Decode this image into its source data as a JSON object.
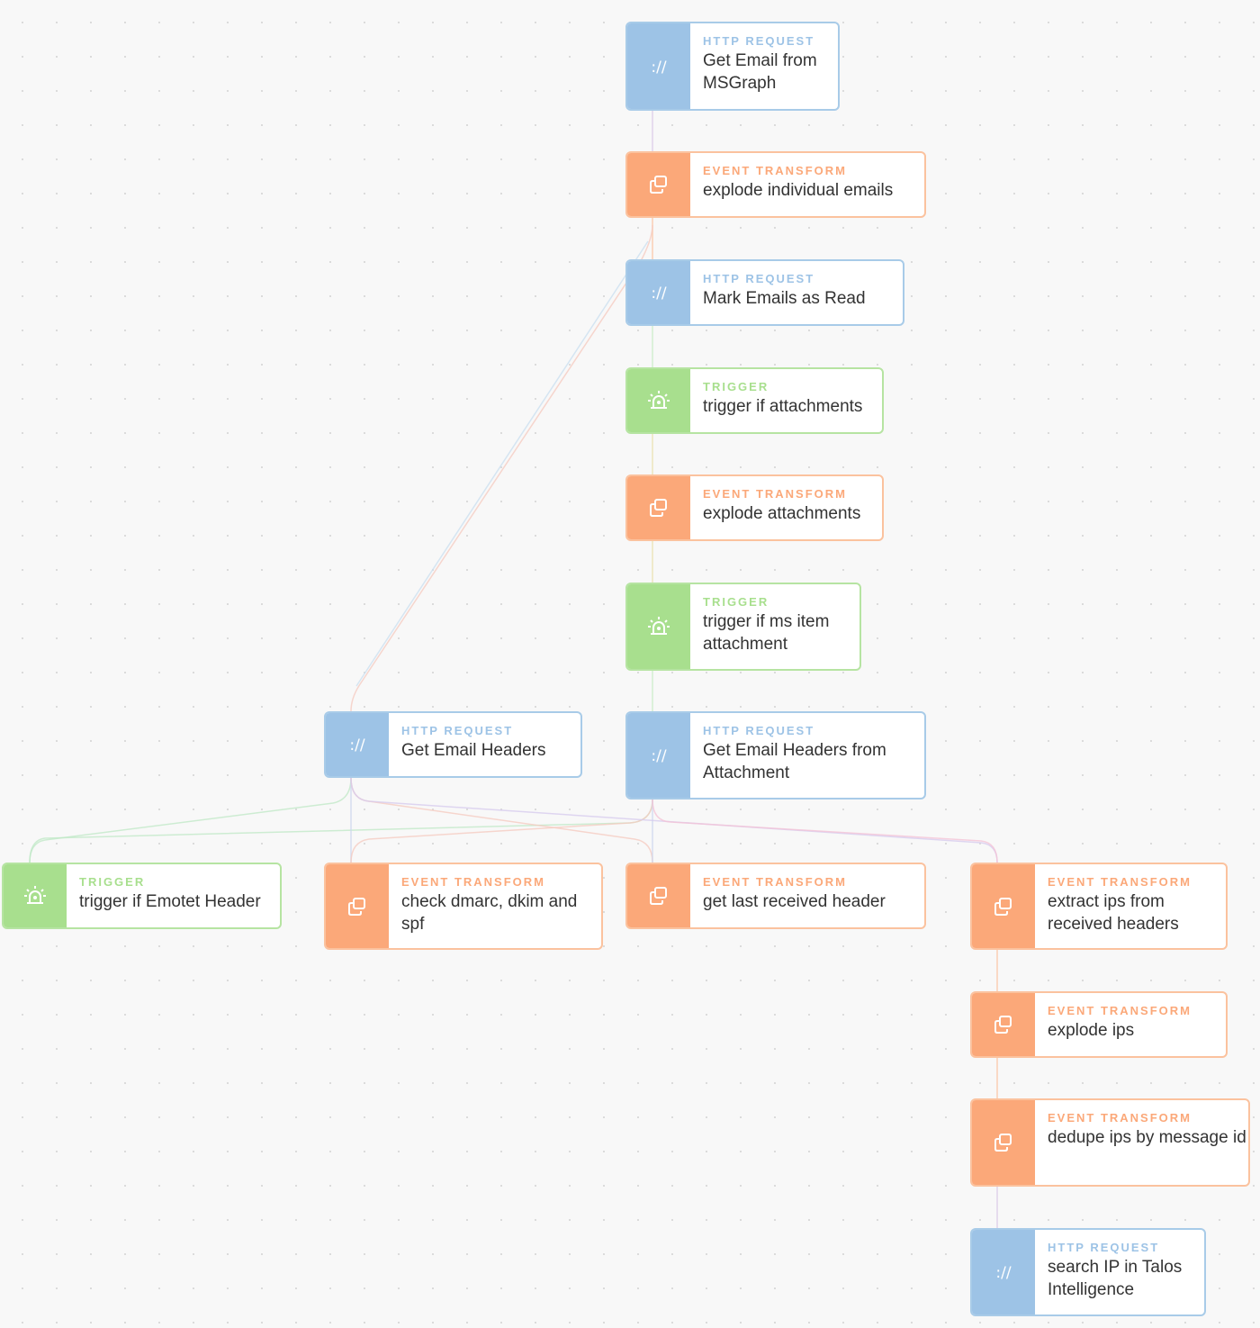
{
  "colors": {
    "http_request": "#9dc3e6",
    "event_transform": "#fba879",
    "trigger": "#a8df8e"
  },
  "nodes": {
    "n1": {
      "kind": "HTTP REQUEST",
      "title": "Get Email from MSGraph",
      "icon": "http-request-icon"
    },
    "n2": {
      "kind": "EVENT TRANSFORM",
      "title": "explode individual emails",
      "icon": "event-transform-icon"
    },
    "n3": {
      "kind": "HTTP REQUEST",
      "title": "Mark Emails as Read",
      "icon": "http-request-icon"
    },
    "n4": {
      "kind": "TRIGGER",
      "title": "trigger if attachments",
      "icon": "trigger-icon"
    },
    "n5": {
      "kind": "EVENT TRANSFORM",
      "title": "explode attachments",
      "icon": "event-transform-icon"
    },
    "n6": {
      "kind": "TRIGGER",
      "title": "trigger if ms item attachment",
      "icon": "trigger-icon"
    },
    "n7": {
      "kind": "HTTP REQUEST",
      "title": "Get Email Headers",
      "icon": "http-request-icon"
    },
    "n8": {
      "kind": "HTTP REQUEST",
      "title": "Get Email Headers from Attachment",
      "icon": "http-request-icon"
    },
    "n9": {
      "kind": "TRIGGER",
      "title": "trigger if Emotet Header",
      "icon": "trigger-icon"
    },
    "n10": {
      "kind": "EVENT TRANSFORM",
      "title": "check dmarc, dkim and spf",
      "icon": "event-transform-icon"
    },
    "n11": {
      "kind": "EVENT TRANSFORM",
      "title": "get last received header",
      "icon": "event-transform-icon"
    },
    "n12": {
      "kind": "EVENT TRANSFORM",
      "title": "extract ips from received headers",
      "icon": "event-transform-icon"
    },
    "n13": {
      "kind": "EVENT TRANSFORM",
      "title": "explode ips",
      "icon": "event-transform-icon"
    },
    "n14": {
      "kind": "EVENT TRANSFORM",
      "title": "dedupe ips by message id",
      "icon": "event-transform-icon"
    },
    "n15": {
      "kind": "HTTP REQUEST",
      "title": "search IP in Talos Intelligence",
      "icon": "http-request-icon"
    }
  }
}
